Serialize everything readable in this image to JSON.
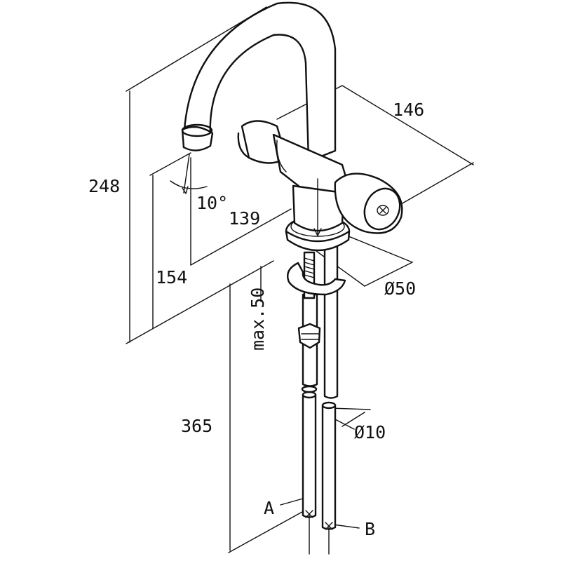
{
  "diagram": {
    "dimensions": {
      "height_total": "248",
      "spout_angle": "10°",
      "spout_reach": "139",
      "width": "146",
      "spout_height": "154",
      "deck_thickness": "max.50",
      "mount_diameter": "Ø50",
      "hose_length": "365",
      "hose_diameter": "Ø10"
    },
    "labels": {
      "hose_a": "A",
      "hose_b": "B"
    },
    "colors": {
      "line": "#111111",
      "background": "#ffffff"
    }
  }
}
